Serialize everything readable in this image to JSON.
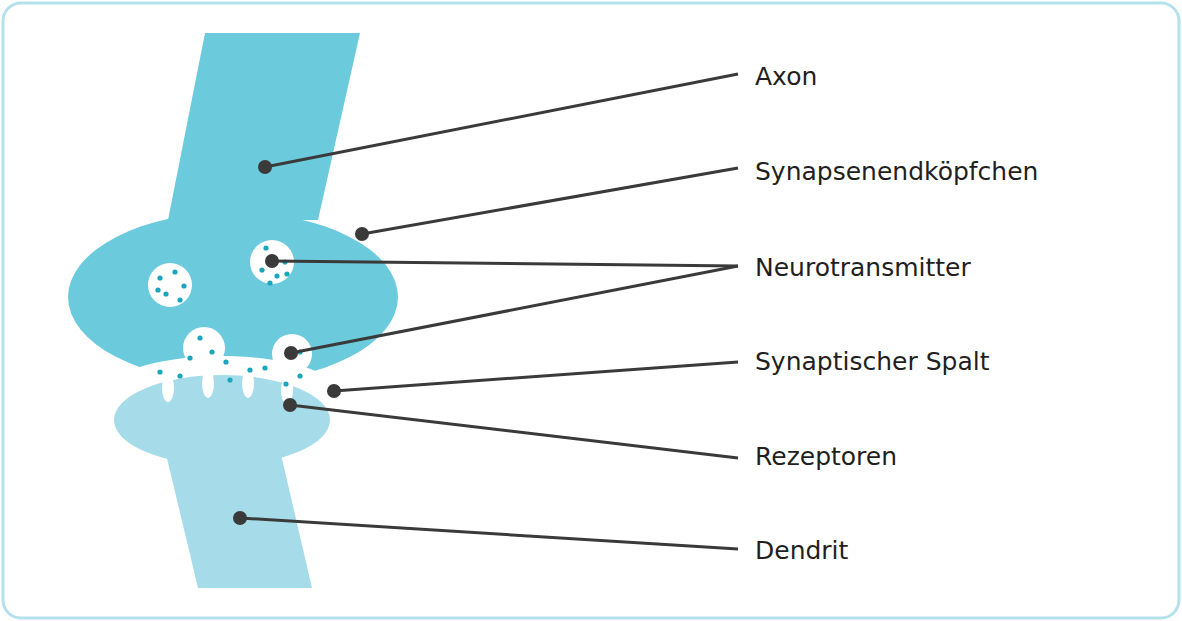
{
  "diagram": {
    "labels": [
      "Axon",
      "Synapsenendköpfchen",
      "Neurotransmitter",
      "Synaptischer Spalt",
      "Rezeptoren",
      "Dendrit"
    ]
  }
}
